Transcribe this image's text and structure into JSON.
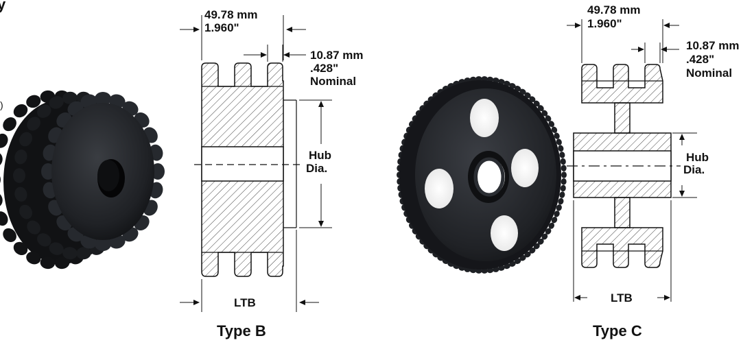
{
  "type_b": {
    "caption": "Type B",
    "width_mm": "49.78 mm",
    "width_in": "1.960\"",
    "pitch_mm": "10.87 mm",
    "pitch_in": ".428\"",
    "pitch_note": "Nominal",
    "hub_line1": "Hub",
    "hub_line2": "Dia.",
    "ltb": "LTB"
  },
  "type_c": {
    "caption": "Type C",
    "width_mm": "49.78 mm",
    "width_in": "1.960\"",
    "pitch_mm": "10.87 mm",
    "pitch_in": ".428\"",
    "pitch_note": "Nominal",
    "hub_line1": "Hub",
    "hub_line2": "Dia.",
    "ltb": "LTB"
  },
  "edge_fragments": {
    "top_left": "y",
    "left_mid": ")"
  },
  "colors": {
    "metal_dark": "#1a1c1f",
    "metal_mid": "#2b2e33",
    "line": "#111111",
    "hatch": "#444444"
  }
}
